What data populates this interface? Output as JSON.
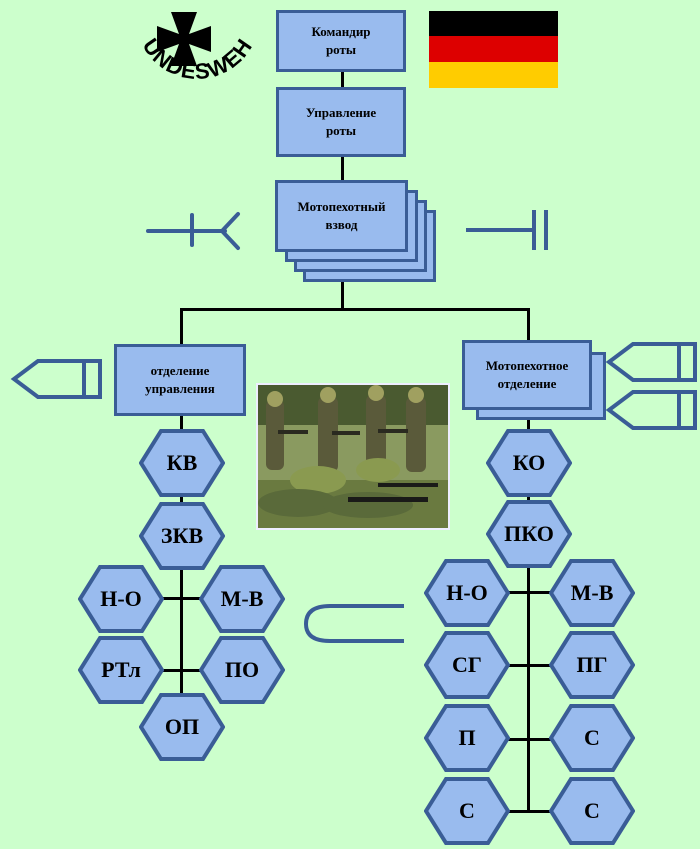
{
  "logo": {
    "text": "BUNDESWEHR"
  },
  "colors": {
    "box_fill": "#99bbee",
    "box_border": "#3a5d96",
    "background": "#ccffcc",
    "flag": [
      "#000000",
      "#dd0000",
      "#ffcc00"
    ]
  },
  "boxes": {
    "commander": "Командир\nроты",
    "management": "Управление\nроты",
    "platoon": "Мотопехотный\nвзвод",
    "hq_section": "отделение\nуправления",
    "infantry_section": "Мотопехотное\nотделение"
  },
  "left_hex": [
    "КВ",
    "ЗКВ",
    "Н-О",
    "М-В",
    "РТл",
    "ПО",
    "ОП"
  ],
  "right_hex": [
    "КО",
    "ПКО",
    "Н-О",
    "М-В",
    "СГ",
    "ПГ",
    "П",
    "С",
    "С",
    "С"
  ],
  "icons": [
    "rifle-symbol-icon",
    "anti-tank-symbol-icon",
    "shell-symbol-icon",
    "vehicle-symbol-icon",
    "soldiers-photo"
  ]
}
